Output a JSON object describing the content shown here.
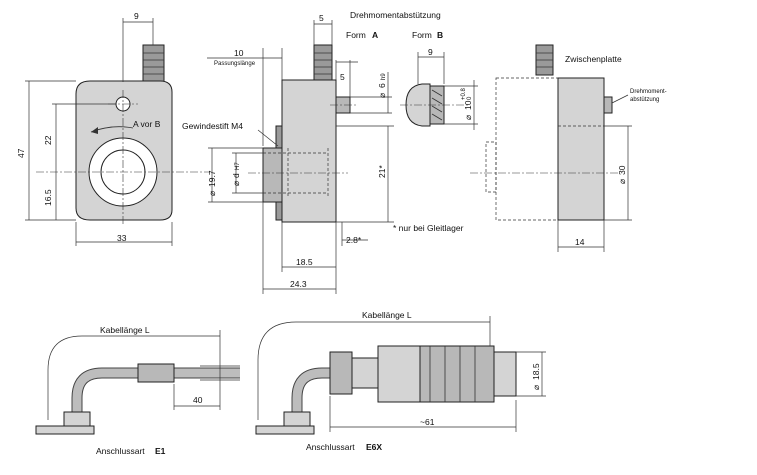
{
  "labels": {
    "torque_support": "Drehmomentabstützung",
    "form_a": "Form",
    "form_a_letter": "A",
    "form_b": "Form",
    "form_b_letter": "B",
    "intermediate_plate": "Zwischenplatte",
    "torque_support_split_1": "Drehmoment-",
    "torque_support_split_2": "abstützung",
    "set_screw": "Gewindestift M4",
    "fit_length": "Passungslänge",
    "rotation": "A vor B",
    "plain_bearing_note": "* nur bei Gleitlager",
    "cable_length_1": "Kabellänge L",
    "cable_length_2": "Kabellänge L",
    "connection_e1_prefix": "Anschlussart",
    "connection_e1": "E1",
    "connection_e6x_prefix": "Anschlussart",
    "connection_e6x": "E6X"
  },
  "dimensions": {
    "front_top": "9",
    "front_width": "33",
    "front_height": "47",
    "front_upper": "22",
    "front_lower": "16.5",
    "side_5_top": "5",
    "side_10": "10",
    "side_5_mid": "5",
    "side_6": "6",
    "side_6_tol": "h9",
    "side_19_7": "19.7",
    "side_d": "d",
    "side_d_tol": "H7",
    "side_21": "21*",
    "side_2_8": "2.8*",
    "side_18_5": "18.5",
    "side_24_3": "24.3",
    "form_b_9": "9",
    "form_b_10": "10",
    "form_b_tol_up": "+0.8",
    "form_b_tol_lo": "0",
    "plate_30": "30",
    "plate_14": "14",
    "e1_40": "40",
    "e6x_18_5": "18.5",
    "e6x_61": "~61"
  }
}
